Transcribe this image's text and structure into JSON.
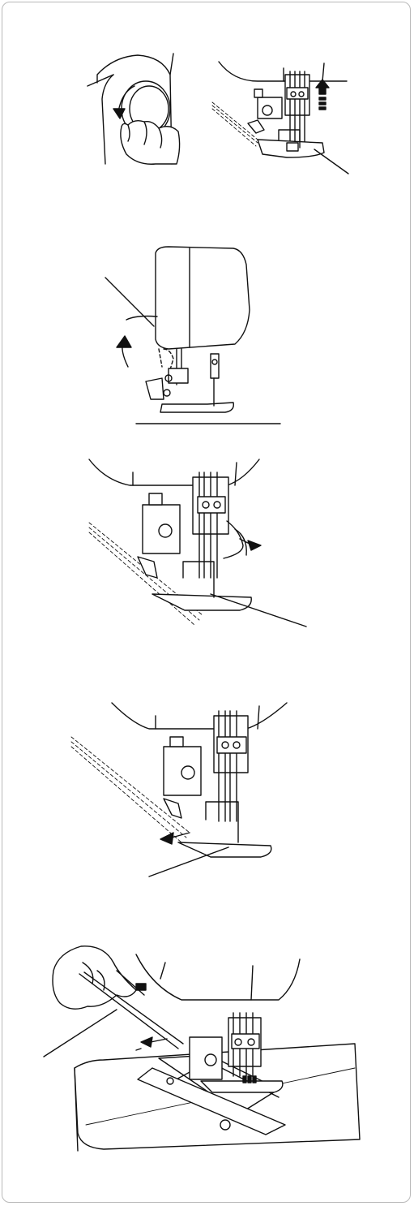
{
  "page": {
    "figures": [
      {
        "id": "fig-1",
        "icon": "handwheel-turning-icon"
      },
      {
        "id": "fig-2",
        "icon": "needle-raised-icon"
      },
      {
        "id": "fig-3",
        "icon": "presser-foot-lever-raised-icon"
      },
      {
        "id": "fig-4",
        "icon": "pull-threads-aside-icon"
      },
      {
        "id": "fig-5",
        "icon": "pull-fabric-back-icon"
      },
      {
        "id": "fig-6",
        "icon": "cut-threads-with-cutter-icon"
      }
    ],
    "colors": {
      "line": "#111111",
      "frame": "#b9b9b9",
      "background": "#ffffff"
    }
  }
}
